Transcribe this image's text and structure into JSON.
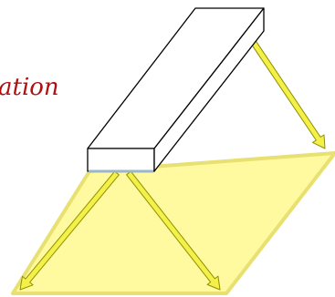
{
  "caption": {
    "text": "ation",
    "color": "#b01010"
  },
  "colors": {
    "floor_fill": "#fff9a0",
    "floor_edge": "#e8e070",
    "arrow_fill": "#f3f04a",
    "arrow_outline": "#909000",
    "box_stroke": "#000000",
    "box_fill": "#ffffff",
    "box_bottom": "#9ab6c8"
  },
  "icons": {
    "fixture": "light-bar-box",
    "floor": "illuminated-floor-plane",
    "arrows": "light-ray-arrows"
  }
}
